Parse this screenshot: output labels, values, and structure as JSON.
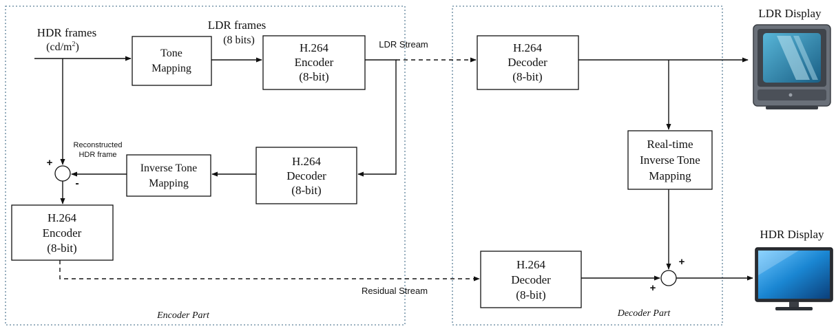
{
  "regions": {
    "encoder_part": "Encoder Part",
    "decoder_part": "Decoder Part"
  },
  "inputs": {
    "hdr_frames_line1": "HDR frames",
    "hdr_frames_line2_prefix": "(cd/m",
    "hdr_frames_line2_sup": "2",
    "hdr_frames_line2_suffix": ")",
    "ldr_frames_line1": "LDR frames",
    "ldr_frames_line2": "(8 bits)",
    "reconstructed_line1": "Reconstructed",
    "reconstructed_line2": "HDR frame"
  },
  "blocks": {
    "tone_mapping": [
      "Tone",
      "Mapping"
    ],
    "encoder_ldr": [
      "H.264",
      "Encoder",
      "(8-bit)"
    ],
    "decoder_enc_side": [
      "H.264",
      "Decoder",
      "(8-bit)"
    ],
    "inverse_tone_mapping": [
      "Inverse Tone",
      "Mapping"
    ],
    "encoder_residual": [
      "H.264",
      "Encoder",
      "(8-bit)"
    ],
    "decoder_ldr": [
      "H.264",
      "Decoder",
      "(8-bit)"
    ],
    "realtime_itm": [
      "Real-time",
      "Inverse Tone",
      "Mapping"
    ],
    "decoder_residual": [
      "H.264",
      "Decoder",
      "(8-bit)"
    ]
  },
  "streams": {
    "ldr_stream": "LDR Stream",
    "residual_stream": "Residual Stream"
  },
  "summers": {
    "enc_plus": "+",
    "enc_minus": "-",
    "dec_plus_top": "+",
    "dec_plus_left": "+"
  },
  "displays": {
    "ldr_display": "LDR Display",
    "hdr_display": "HDR Display"
  },
  "colors": {
    "region_border": "#5b7f98",
    "tv_body": "#5a5f66",
    "tv_screen_ldr": "#2a7fa6",
    "tv_screen_hdr": "#1d84c9"
  }
}
